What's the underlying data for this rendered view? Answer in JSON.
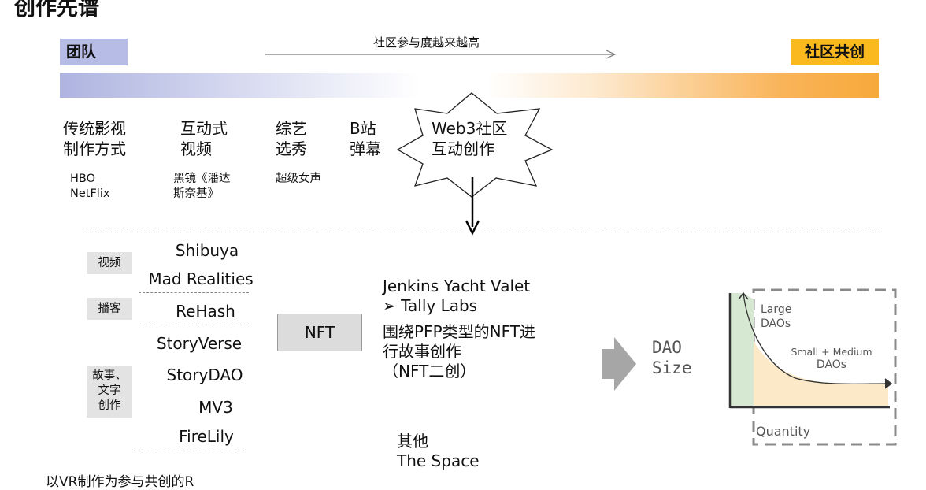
{
  "title": "创作先谱",
  "top": {
    "left_label": "团队",
    "right_label": "社区共创",
    "arrow_text": "社区参与度越来越高"
  },
  "stages": [
    {
      "line1": "传统影视",
      "line2": "制作方式",
      "ex1": "HBO",
      "ex2": "NetFlix"
    },
    {
      "line1": "互动式",
      "line2": "视频",
      "ex1": "黑镜《潘达",
      "ex2": "斯奈基》"
    },
    {
      "line1": "综艺",
      "line2": "选秀",
      "ex1": "超级女声",
      "ex2": ""
    },
    {
      "line1": "B站",
      "line2": "弹幕",
      "ex1": "",
      "ex2": ""
    }
  ],
  "star": {
    "line1": "Web3社区",
    "line2": "互动创作"
  },
  "categories": [
    {
      "label": "视频"
    },
    {
      "label": "播客"
    },
    {
      "line1": "故事、",
      "line2": "文字",
      "line3": "创作"
    }
  ],
  "projects": [
    "Shibuya",
    "Mad Realities",
    "ReHash",
    "StoryVerse",
    "StoryDAO",
    "MV3",
    "FireLily"
  ],
  "nft_label": "NFT",
  "right": {
    "l1": "Jenkins Yacht Valet",
    "l2": "➢  Tally Labs",
    "l3": "围绕PFP类型的NFT进",
    "l4": "行故事创作",
    "l5": "（NFT二创）",
    "other1": "其他",
    "other2": "The Space"
  },
  "dao_chart": {
    "y_label_1": "DAO",
    "y_label_2": "Size",
    "x_label": "Quantity",
    "large_1": "Large",
    "large_2": "DAOs",
    "small_1": "Small + Medium",
    "small_2": "DAOs",
    "colors": {
      "large": "#d7e8d2",
      "small": "#fbe9c8"
    }
  },
  "footer_partial": "以VR制作为参与共创的R"
}
